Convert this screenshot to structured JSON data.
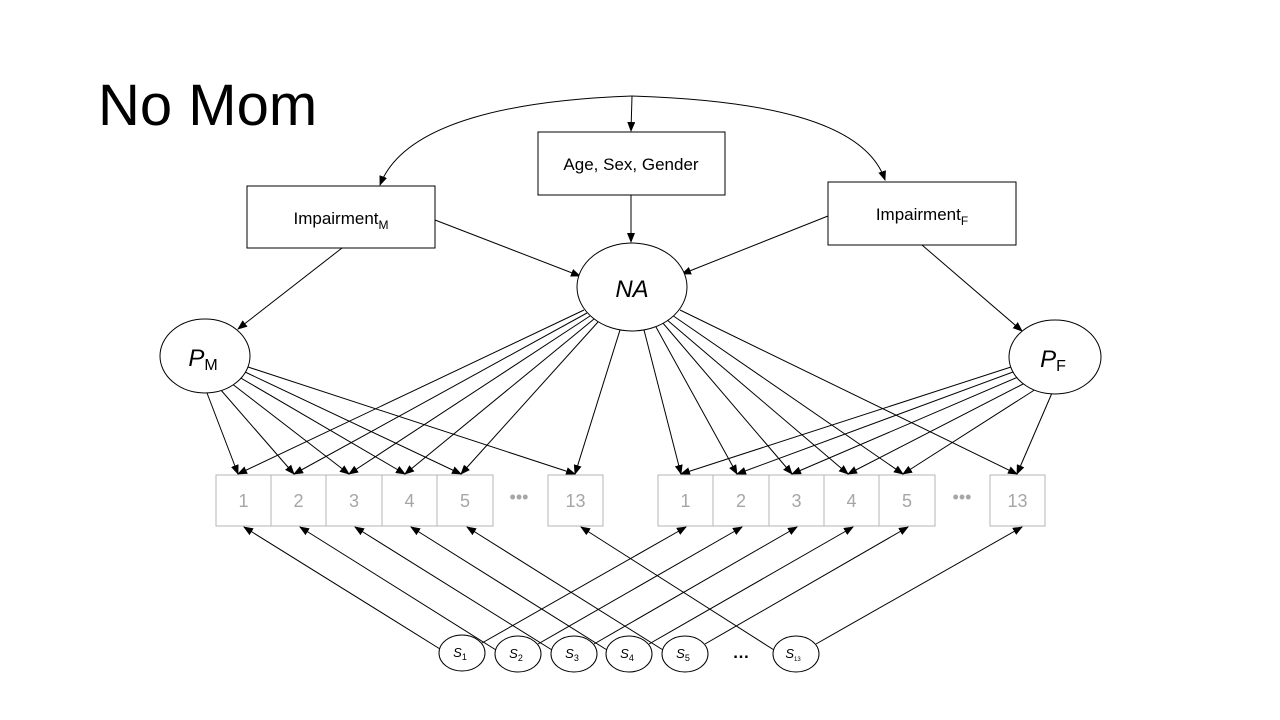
{
  "title": "No Mom",
  "covariates": {
    "label": "Age, Sex, Gender"
  },
  "impairment_m": {
    "base": "Impairment",
    "sub": "M"
  },
  "impairment_f": {
    "base": "Impairment",
    "sub": "F"
  },
  "na": {
    "label": "NA"
  },
  "p_m": {
    "base": "P",
    "sub": "M"
  },
  "p_f": {
    "base": "P",
    "sub": "F"
  },
  "items_left": [
    "1",
    "2",
    "3",
    "4",
    "5",
    "•••",
    "13"
  ],
  "items_right": [
    "1",
    "2",
    "3",
    "4",
    "5",
    "•••",
    "13"
  ],
  "s_nodes": [
    {
      "base": "S",
      "sub": "1"
    },
    {
      "base": "S",
      "sub": "2"
    },
    {
      "base": "S",
      "sub": "3"
    },
    {
      "base": "S",
      "sub": "4"
    },
    {
      "base": "S",
      "sub": "5"
    },
    {
      "base": "S",
      "sub": "13"
    }
  ],
  "s_ellipsis": "…"
}
